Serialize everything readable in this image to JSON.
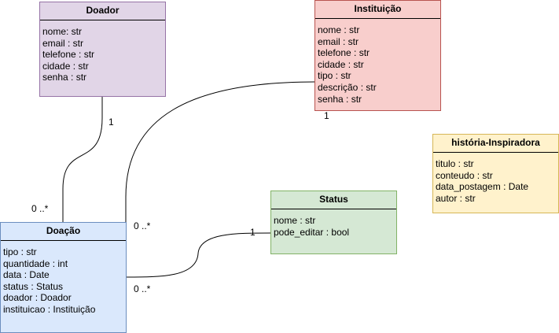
{
  "diagram": {
    "classes": {
      "doador": {
        "name": "Doador",
        "fill": "#e1d5e7",
        "stroke": "#9673a6",
        "attributes": [
          "nome: str",
          "email : str",
          "telefone : str",
          "cidade : str",
          "senha : str"
        ]
      },
      "instituicao": {
        "name": "Instituição",
        "fill": "#f8cecc",
        "stroke": "#b85450",
        "attributes": [
          "nome : str",
          "email : str",
          "telefone : str",
          "cidade : str",
          "tipo : str",
          "descrição : str",
          "senha : str"
        ]
      },
      "historia": {
        "name": "história-Inspiradora",
        "fill": "#fff2cc",
        "stroke": "#d6b656",
        "attributes": [
          "titulo : str",
          "conteudo : str",
          "data_postagem : Date",
          "autor : str"
        ]
      },
      "status": {
        "name": "Status",
        "fill": "#d5e8d4",
        "stroke": "#82b366",
        "attributes": [
          "nome : str",
          "pode_editar : bool"
        ]
      },
      "doacao": {
        "name": "Doação",
        "fill": "#dae8fc",
        "stroke": "#6c8ebf",
        "attributes": [
          "tipo : str",
          "quantidade : int",
          "data : Date",
          "status : Status",
          "doador : Doador",
          "instituicao : Instituição"
        ]
      }
    },
    "multiplicities": {
      "doador_one": "1",
      "doacao_from_doador": "0 ..*",
      "instituicao_one": "1",
      "doacao_from_instituicao": "0 ..*",
      "status_one": "1",
      "doacao_from_status": "0 ..*"
    },
    "edge_color": "#000000"
  }
}
